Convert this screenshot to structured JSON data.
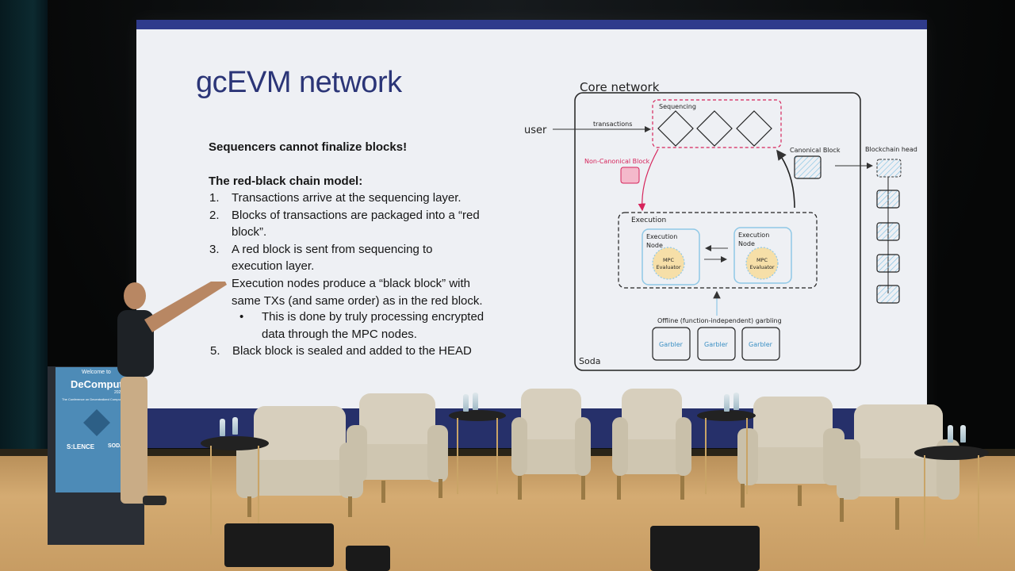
{
  "slide": {
    "title": "gcEVM network",
    "heading1": "Sequencers cannot finalize blocks!",
    "heading2": "The red-black chain model:",
    "items": [
      {
        "num": "1.",
        "lines": [
          "Transactions arrive at the sequencing layer."
        ]
      },
      {
        "num": "2.",
        "lines": [
          "Blocks of transactions are packaged into a “red",
          "block”."
        ]
      },
      {
        "num": "3.",
        "lines": [
          "A red block is sent from sequencing to",
          "execution layer."
        ]
      },
      {
        "num": "",
        "lines": [
          "Execution nodes produce a “black block” with",
          "same TXs (and same order) as in the red block."
        ]
      },
      {
        "num": "•",
        "lines": [
          "This is done by truly processing encrypted",
          "data through the MPC nodes."
        ]
      },
      {
        "num": "5.",
        "lines": [
          "Black block is sealed and added to the HEAD"
        ]
      }
    ]
  },
  "diagram": {
    "core_network": "Core network",
    "user": "user",
    "transactions": "transactions",
    "sequencing": "Sequencing",
    "non_canonical": "Non-Canonical Block",
    "canonical": "Canonical Block",
    "blockchain_head": "Blockchain head",
    "execution": "Execution",
    "exec_node_line1": "Execution",
    "exec_node_line2": "Node",
    "mpc_line1": "MPC",
    "mpc_line2": "Evaluator",
    "garbling": "Offline (function-independent) garbling",
    "garbler": "Garbler",
    "soda": "Soda"
  },
  "podium": {
    "welcome": "Welcome to",
    "brand": "DeCompute",
    "year": "2024",
    "tagline": "The Conference on Decentralized Compute",
    "sponsor1": "S:LENCE",
    "sponsor2": "SODA"
  },
  "colors": {
    "slide_bg": "#eef0f4",
    "title": "#2b3577",
    "accent_bar": "#2f3b8c",
    "red_block": "#d6245b",
    "node_blue": "#8fc8e6"
  }
}
